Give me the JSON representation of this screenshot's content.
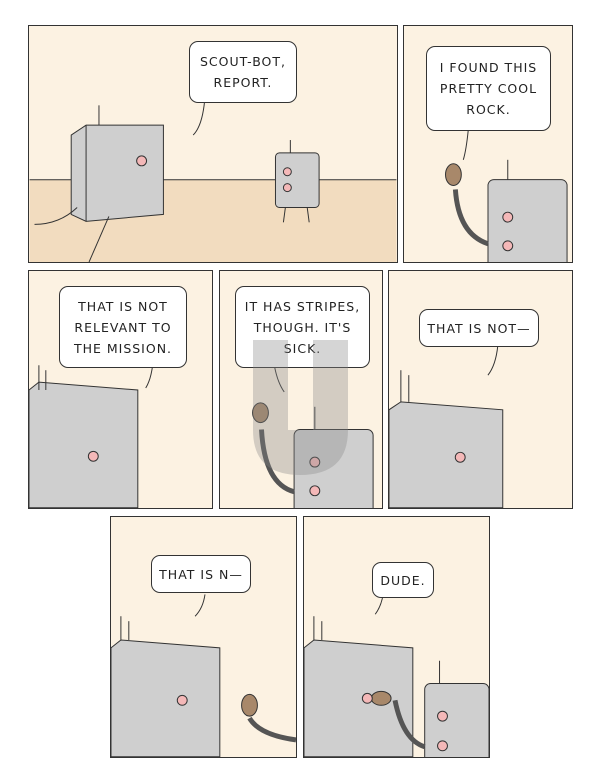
{
  "comic": {
    "panels": [
      {
        "speech": "SCOUT-BOT,\nREPORT."
      },
      {
        "speech": "I FOUND THIS\nPRETTY COOL\nROCK."
      },
      {
        "speech": "THAT IS NOT\nRELEVANT TO\nTHE MISSION."
      },
      {
        "speech": "IT HAS STRIPES,\nTHOUGH. IT'S\nSICK."
      },
      {
        "speech": "THAT IS NOT—"
      },
      {
        "speech": "THAT IS N—"
      },
      {
        "speech": "DUDE."
      }
    ],
    "colors": {
      "background": "#fcf2e2",
      "floor": "#f2dcbf",
      "robot": "#cfcfcf",
      "light": "#f4b8b8"
    }
  }
}
